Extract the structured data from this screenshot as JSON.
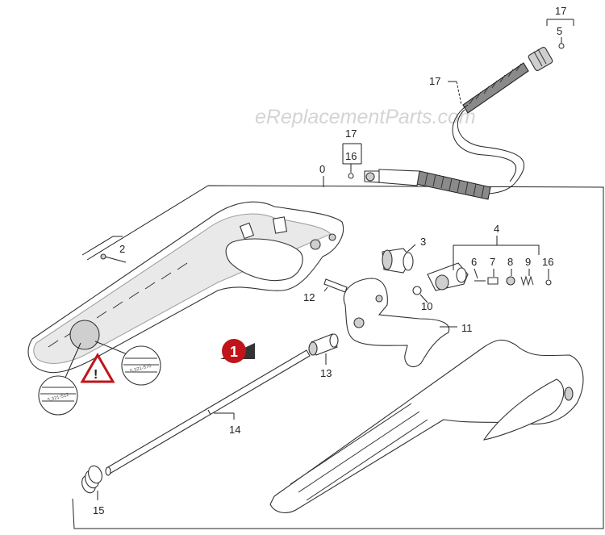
{
  "watermark": "eReplacementParts.com",
  "badge": {
    "number": "1",
    "color": "#c0141a"
  },
  "warning_symbol": "!",
  "inset_labels": {
    "left": "5.321-512",
    "right": "5.321-570"
  },
  "callouts": {
    "c0": "0",
    "c2": "2",
    "c3": "3",
    "c4": "4",
    "c5": "5",
    "c6": "6",
    "c7": "7",
    "c8": "8",
    "c9": "9",
    "c10": "10",
    "c11": "11",
    "c12": "12",
    "c13": "13",
    "c14": "14",
    "c15": "15",
    "c16a": "16",
    "c16b": "16",
    "c17a": "17",
    "c17b": "17",
    "c17c": "17"
  },
  "icons": [
    "warning-triangle-icon",
    "number-badge-icon"
  ]
}
